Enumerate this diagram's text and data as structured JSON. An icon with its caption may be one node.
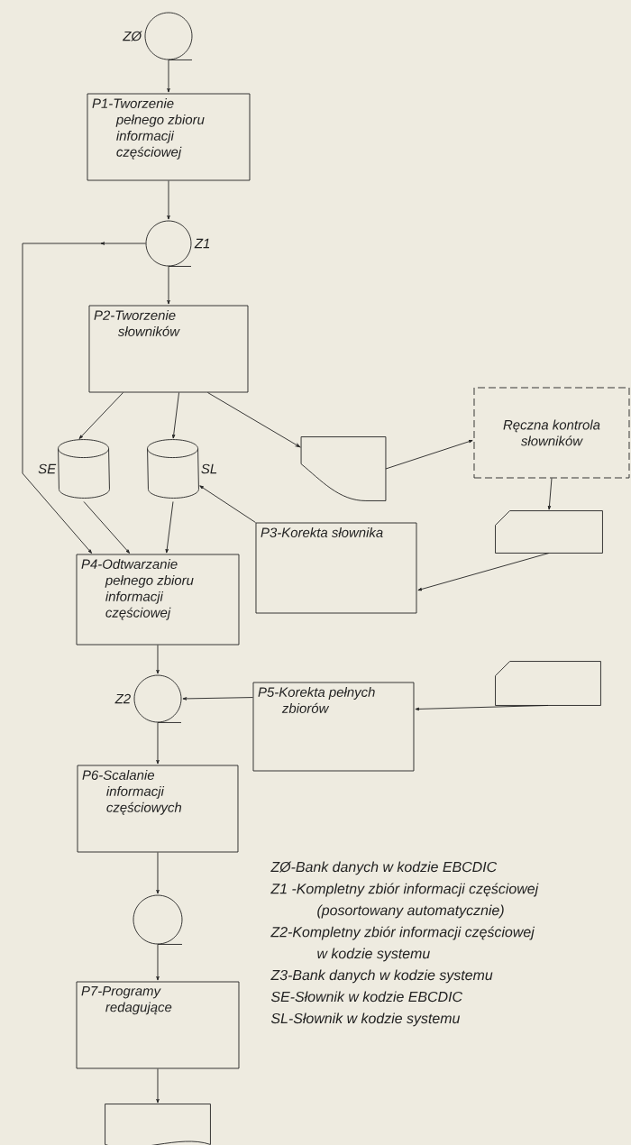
{
  "diagram": {
    "nodes": [
      {
        "text": [
          "ZØ"
        ]
      },
      {
        "text": [
          "P1-Tworzenie pełnego zbioru informacji częściowej"
        ]
      },
      {
        "text": [
          "Z1"
        ]
      },
      {
        "text": [
          "P2-Tworzenie słowników"
        ]
      },
      {
        "text": [
          "SE"
        ]
      },
      {
        "text": [
          "SL"
        ]
      },
      {
        "text": [],
        "shape": "document"
      },
      {
        "text": [
          "Ręczna kontrola słowników"
        ]
      },
      {
        "text": [],
        "shape": "card"
      },
      {
        "text": [
          "P3-Korekta słownika"
        ]
      },
      {
        "text": [
          "P4-Odtwarzanie pełnego zbioru informacji częściowej"
        ]
      },
      {
        "text": [
          "Z2"
        ]
      },
      {
        "text": [
          "P5-Korekta pełnych zbiorów"
        ]
      },
      {
        "text": [],
        "shape": "card"
      },
      {
        "text": [
          "P6-Scalanie informacji częściowych"
        ]
      },
      {
        "text": [],
        "shape": "circle"
      },
      {
        "text": [
          "P7-Programy redagujące"
        ]
      },
      {
        "text": [],
        "shape": "document"
      }
    ],
    "edges": [
      {
        "from": 0,
        "to": 1,
        "arrow": "to"
      },
      {
        "from": 1,
        "to": 2,
        "arrow": "to"
      },
      {
        "from": 2,
        "to": 3,
        "arrow": "to"
      },
      {
        "from": 2,
        "to": 10,
        "arrow": "to"
      },
      {
        "from": 3,
        "to": 4,
        "arrow": "to"
      },
      {
        "from": 3,
        "to": 5,
        "arrow": "to"
      },
      {
        "from": 3,
        "to": 6,
        "arrow": "to"
      },
      {
        "from": 6,
        "to": 7,
        "arrow": "to"
      },
      {
        "from": 7,
        "to": 8,
        "arrow": "to"
      },
      {
        "from": 8,
        "to": 9,
        "arrow": "to"
      },
      {
        "from": 9,
        "to": 5,
        "arrow": "to"
      },
      {
        "from": 4,
        "to": 10,
        "arrow": "to"
      },
      {
        "from": 5,
        "to": 10,
        "arrow": "to"
      },
      {
        "from": 10,
        "to": 11,
        "arrow": "to"
      },
      {
        "from": 12,
        "to": 11,
        "arrow": "to"
      },
      {
        "from": 13,
        "to": 12,
        "arrow": "to"
      },
      {
        "from": 11,
        "to": 14,
        "arrow": "to"
      },
      {
        "from": 14,
        "to": 15,
        "arrow": "to"
      },
      {
        "from": 15,
        "to": 16,
        "arrow": "to"
      },
      {
        "from": 16,
        "to": 17,
        "arrow": "to"
      }
    ],
    "labels": [
      "ZØ-Bank danych w kodzie EBCDIC",
      "Z1 -Kompletny zbiór informacji częściowej (posortowany automatycznie)",
      "Z2-Kompletny zbiór informacji częściowej w kodzie systemu",
      "Z3-Bank danych w kodzie systemu",
      "SE-Słownik w kodzie EBCDIC",
      "SL-Słownik w kodzie systemu"
    ]
  }
}
